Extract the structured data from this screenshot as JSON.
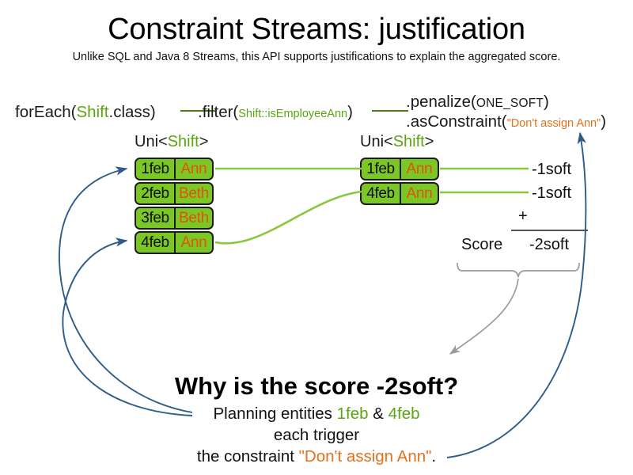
{
  "header": {
    "title": "Constraint Streams: justification",
    "subtitle": "Unlike SQL and Java 8 Streams, this API supports justifications to explain the aggregated score."
  },
  "code_line": {
    "foreach": {
      "prefix": "forEach(",
      "type": "Shift",
      "suffix": ".class)"
    },
    "filter": {
      "prefix": ".filter(",
      "method_ref": "Shift::isEmployeeAnn",
      "suffix": ")"
    },
    "penalize": {
      "prefix": ".penalize(",
      "arg": "ONE_SOFT",
      "suffix": ")"
    },
    "as_constraint": {
      "prefix": ".asConstraint(",
      "arg": "\"Don't assign Ann\"",
      "suffix": ")"
    }
  },
  "streams": {
    "left": {
      "type_label_prefix": "Uni<",
      "type_label_generic": "Shift",
      "type_label_suffix": ">",
      "rows": [
        {
          "date": "1feb",
          "employee": "Ann"
        },
        {
          "date": "2feb",
          "employee": "Beth"
        },
        {
          "date": "3feb",
          "employee": "Beth"
        },
        {
          "date": "4feb",
          "employee": "Ann"
        }
      ]
    },
    "right": {
      "type_label_prefix": "Uni<",
      "type_label_generic": "Shift",
      "type_label_suffix": ">",
      "rows": [
        {
          "date": "1feb",
          "employee": "Ann"
        },
        {
          "date": "4feb",
          "employee": "Ann"
        }
      ]
    }
  },
  "score": {
    "penalties": [
      "-1soft",
      "-1soft"
    ],
    "operator": "+",
    "label": "Score",
    "total": "-2soft"
  },
  "explanation": {
    "question": "Why is the score -2soft?",
    "line1_prefix": "Planning entities ",
    "line1_entity_a": "1feb",
    "line1_amp": " & ",
    "line1_entity_b": "4feb",
    "line2": "each trigger",
    "line3_prefix": "the constraint ",
    "line3_constraint": "\"Don't assign Ann\"",
    "line3_suffix": "."
  },
  "colors": {
    "card_fill": "#7ac725",
    "card_border": "#1c1c1c",
    "employee_text": "#e2540c",
    "type_green": "#5ca414",
    "constraint_orange": "#e2711d",
    "flow_line_green": "#8cc63f",
    "justification_blue": "#2e5c8a",
    "brace_gray": "#909090"
  }
}
